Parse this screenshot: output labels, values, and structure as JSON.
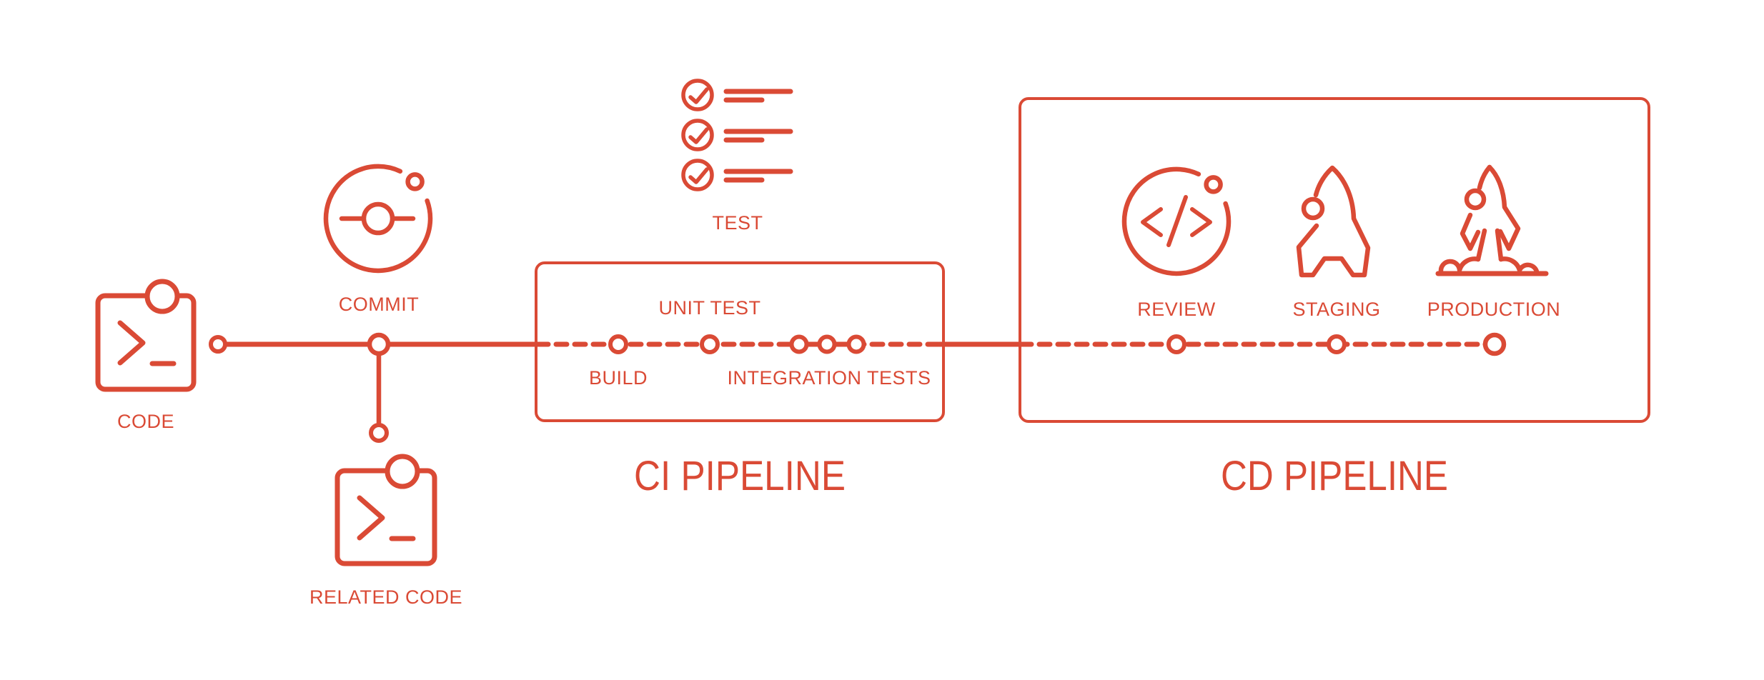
{
  "colors": {
    "accent": "#DA4A35",
    "background": "#FFFFFF"
  },
  "diagram": {
    "source": {
      "code_label": "CODE",
      "commit_label": "COMMIT",
      "related_code_label": "RELATED CODE"
    },
    "test": {
      "label": "TEST",
      "checklist_rows": 3
    },
    "ci_pipeline": {
      "title": "CI PIPELINE",
      "stages": [
        {
          "label": "BUILD"
        },
        {
          "label": "UNIT TEST"
        },
        {
          "label": "INTEGRATION TESTS"
        }
      ]
    },
    "cd_pipeline": {
      "title": "CD PIPELINE",
      "stages": [
        {
          "label": "REVIEW"
        },
        {
          "label": "STAGING"
        },
        {
          "label": "PRODUCTION"
        }
      ]
    },
    "icons": {
      "code": "terminal-document-icon",
      "related_code": "terminal-document-icon",
      "commit": "commit-orbit-icon",
      "test": "checklist-icon",
      "review": "code-review-orbit-icon",
      "staging": "rocket-icon",
      "production": "rocket-launch-icon"
    }
  }
}
